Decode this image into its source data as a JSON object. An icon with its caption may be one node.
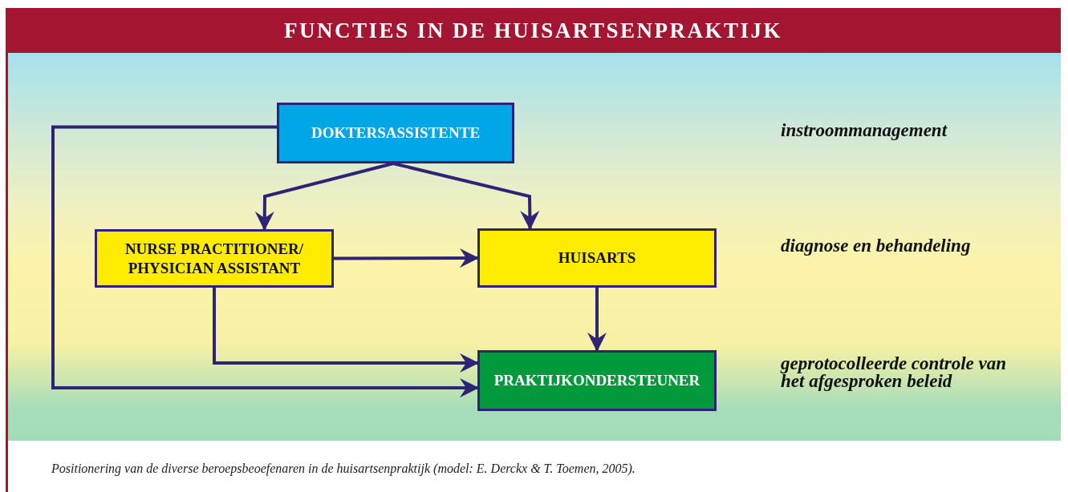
{
  "diagram": {
    "title": "FUNCTIES IN DE HUISARTSENPRAKTIJK",
    "caption": "Positionering van de diverse beroepsbeoefenaren in de huisartsenpraktijk (model: E. Derckx & T. Toemen, 2005).",
    "nodes": [
      {
        "text": [
          "DOKTERSASSISTENTE"
        ]
      },
      {
        "text": [
          "NURSE PRACTITIONER/ PHYSICIAN ASSISTANT"
        ]
      },
      {
        "text": [
          "HUISARTS"
        ]
      },
      {
        "text": [
          "PRAKTIJKONDERSTEUNER"
        ]
      }
    ],
    "edges": [
      {
        "from": 0,
        "to": 1,
        "arrow": "to"
      },
      {
        "from": 0,
        "to": 2,
        "arrow": "to"
      },
      {
        "from": 1,
        "to": 2,
        "arrow": "to"
      },
      {
        "from": 2,
        "to": 3,
        "arrow": "to"
      },
      {
        "from": 1,
        "to": 3,
        "arrow": "to"
      },
      {
        "from": 0,
        "to": 3,
        "arrow": "to"
      }
    ],
    "labels": [
      "instroommanagement",
      "diagnose en behandeling",
      "geprotocolleerde controle van het afgesproken beleid"
    ]
  }
}
